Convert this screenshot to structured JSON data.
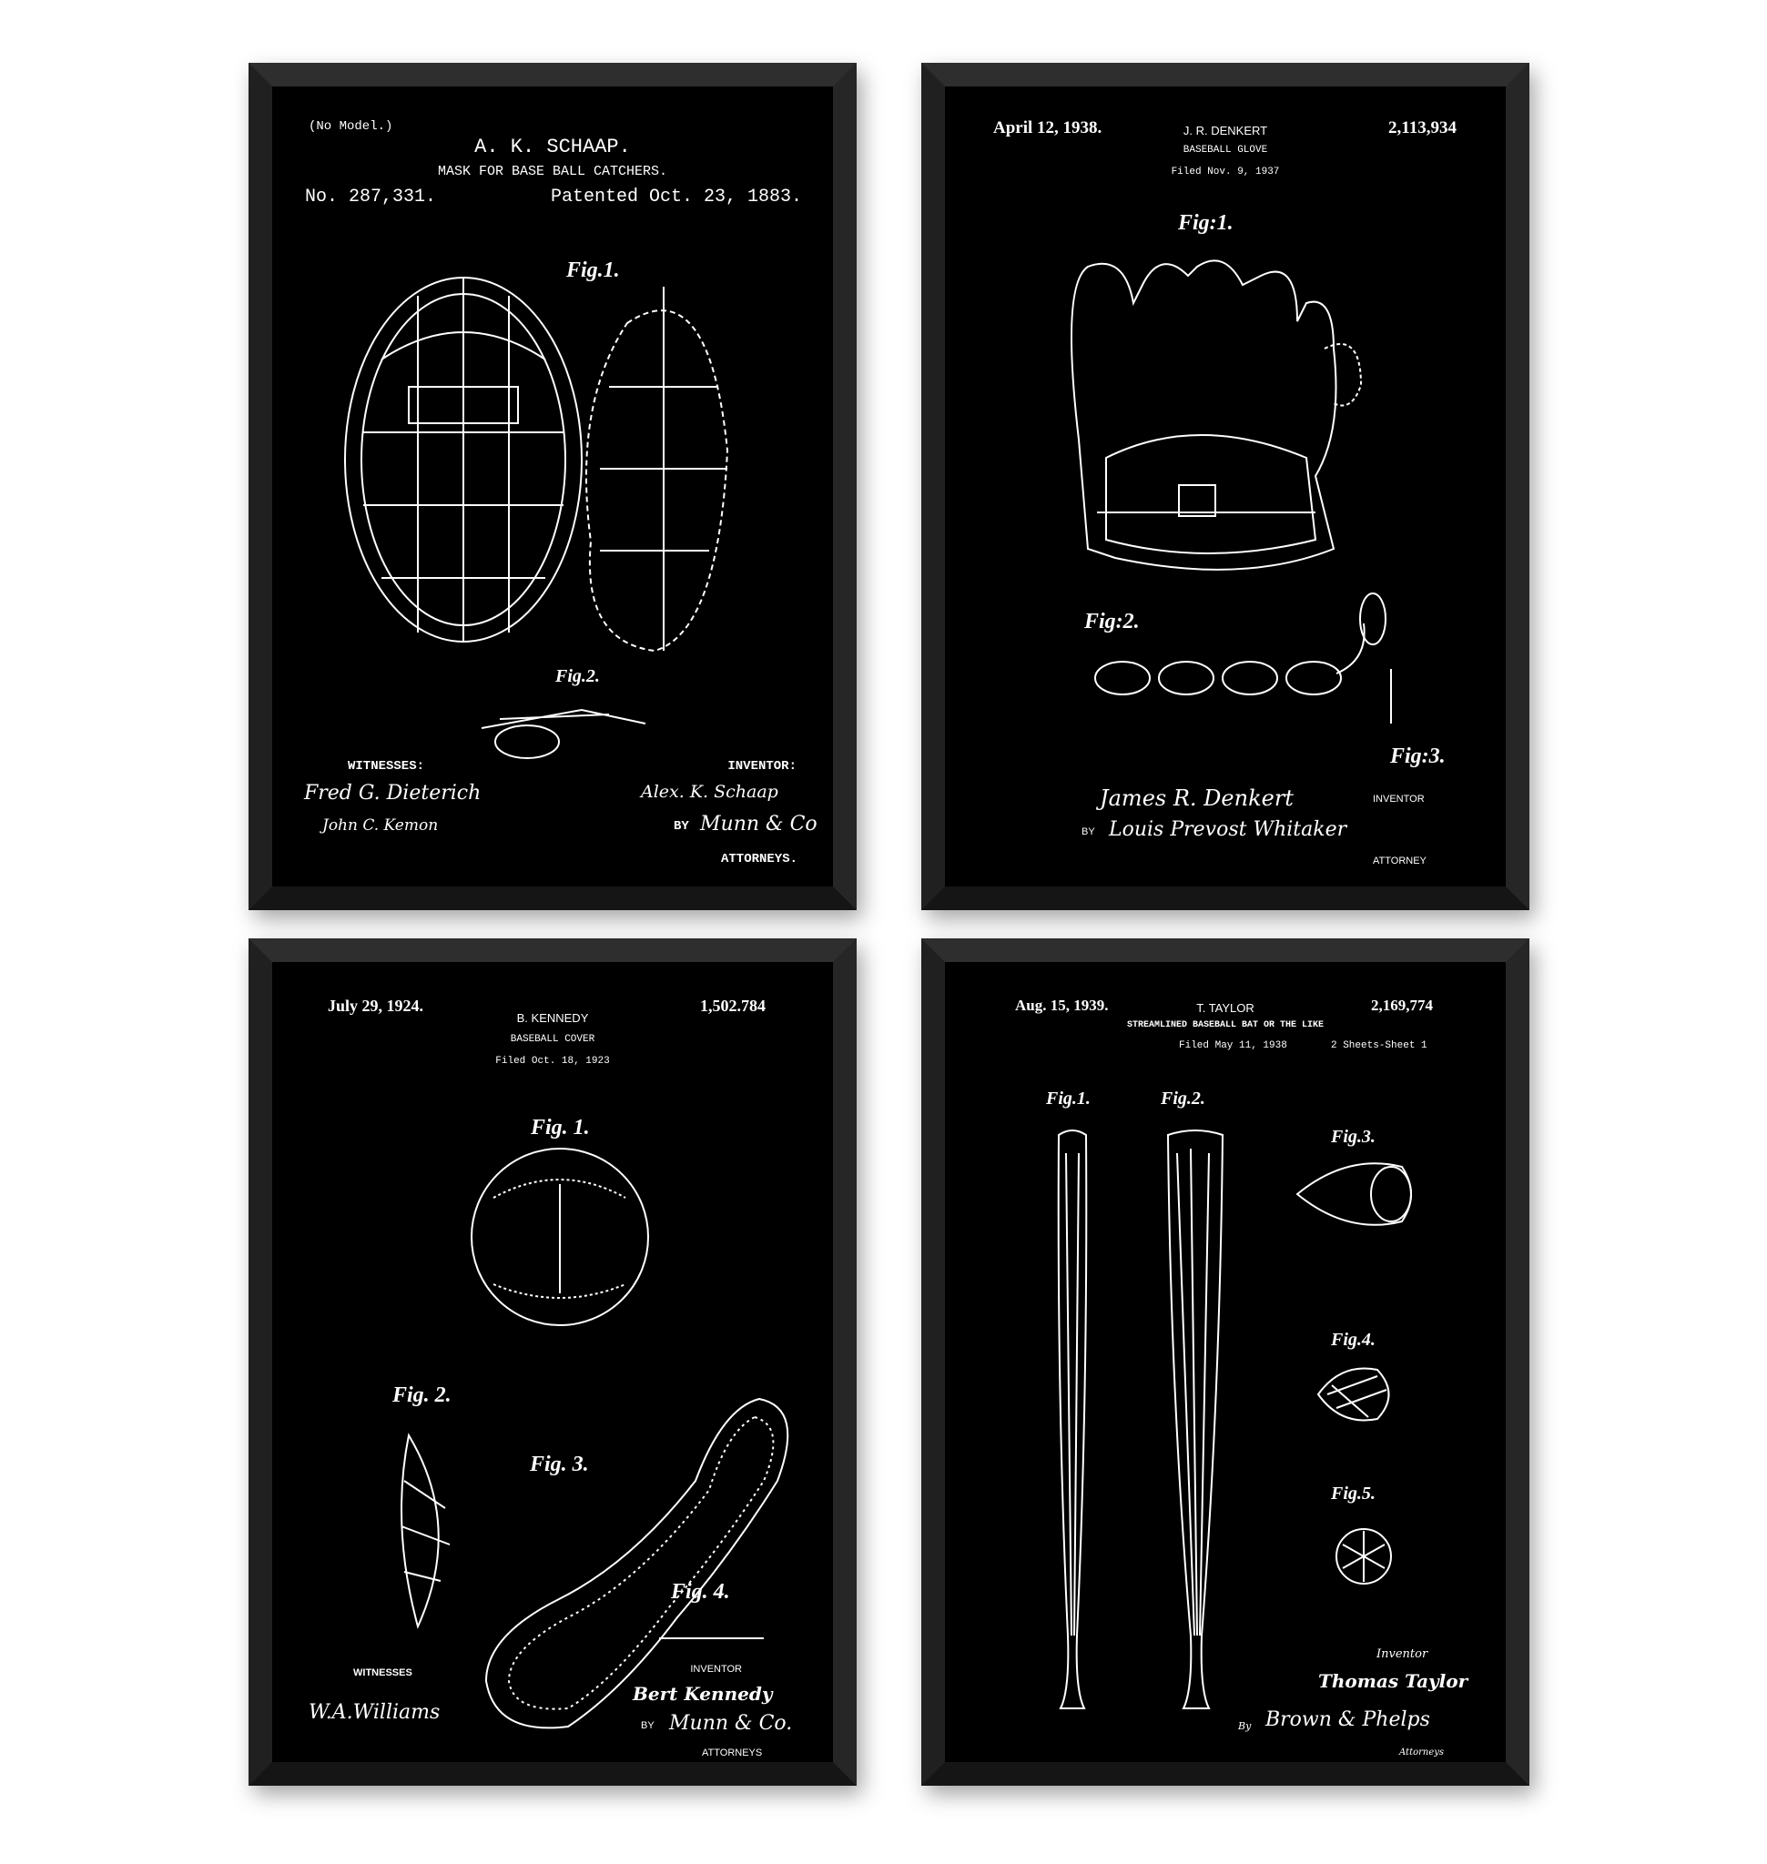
{
  "posters": [
    {
      "no_model": "(No Model.)",
      "inventor_name": "A. K. SCHAAP.",
      "title": "MASK FOR BASE BALL CATCHERS.",
      "patent_number": "No. 287,331.",
      "patent_date": "Patented Oct. 23, 1883.",
      "fig1": "Fig.1.",
      "fig2": "Fig.2.",
      "witnesses_label": "WITNESSES:",
      "inventor_label": "INVENTOR:",
      "by_label": "BY",
      "attorneys_label": "ATTORNEYS.",
      "witness_sig_1": "Fred G. Dieterich",
      "witness_sig_2": "John C. Kemon",
      "inventor_sig": "Alex. K. Schaap",
      "attorney_sig": "Munn & Co"
    },
    {
      "patent_date": "April 12, 1938.",
      "inventor_name": "J. R. DENKERT",
      "title": "BASEBALL GLOVE",
      "filed": "Filed Nov. 9, 1937",
      "patent_number": "2,113,934",
      "fig1": "Fig:1.",
      "fig2": "Fig:2.",
      "fig3": "Fig:3.",
      "inventor_label": "INVENTOR",
      "by_label": "BY",
      "attorney_label": "ATTORNEY",
      "inventor_sig": "James R. Denkert",
      "attorney_sig": "Louis Prevost Whitaker"
    },
    {
      "patent_date": "July 29, 1924.",
      "inventor_name": "B. KENNEDY",
      "title": "BASEBALL COVER",
      "filed": "Filed Oct. 18, 1923",
      "patent_number": "1,502.784",
      "fig1": "Fig. 1.",
      "fig2": "Fig. 2.",
      "fig3": "Fig. 3.",
      "fig4": "Fig. 4.",
      "witnesses_label": "WITNESSES",
      "inventor_label": "INVENTOR",
      "by_label": "BY",
      "attorneys_label": "ATTORNEYS",
      "witness_sig": "W.A.Williams",
      "inventor_sig": "Bert Kennedy",
      "attorney_sig": "Munn & Co."
    },
    {
      "patent_date": "Aug. 15, 1939.",
      "inventor_name": "T. TAYLOR",
      "title": "STREAMLINED BASEBALL BAT OR THE LIKE",
      "filed": "Filed May 11, 1938",
      "sheets": "2 Sheets-Sheet 1",
      "patent_number": "2,169,774",
      "fig1": "Fig.1.",
      "fig2": "Fig.2.",
      "fig3": "Fig.3.",
      "fig4": "Fig.4.",
      "fig5": "Fig.5.",
      "inventor_label": "Inventor",
      "inventor_sig": "Thomas Taylor",
      "by_label": "By",
      "attorney_sig": "Brown & Phelps",
      "attorneys_label": "Attorneys"
    }
  ]
}
